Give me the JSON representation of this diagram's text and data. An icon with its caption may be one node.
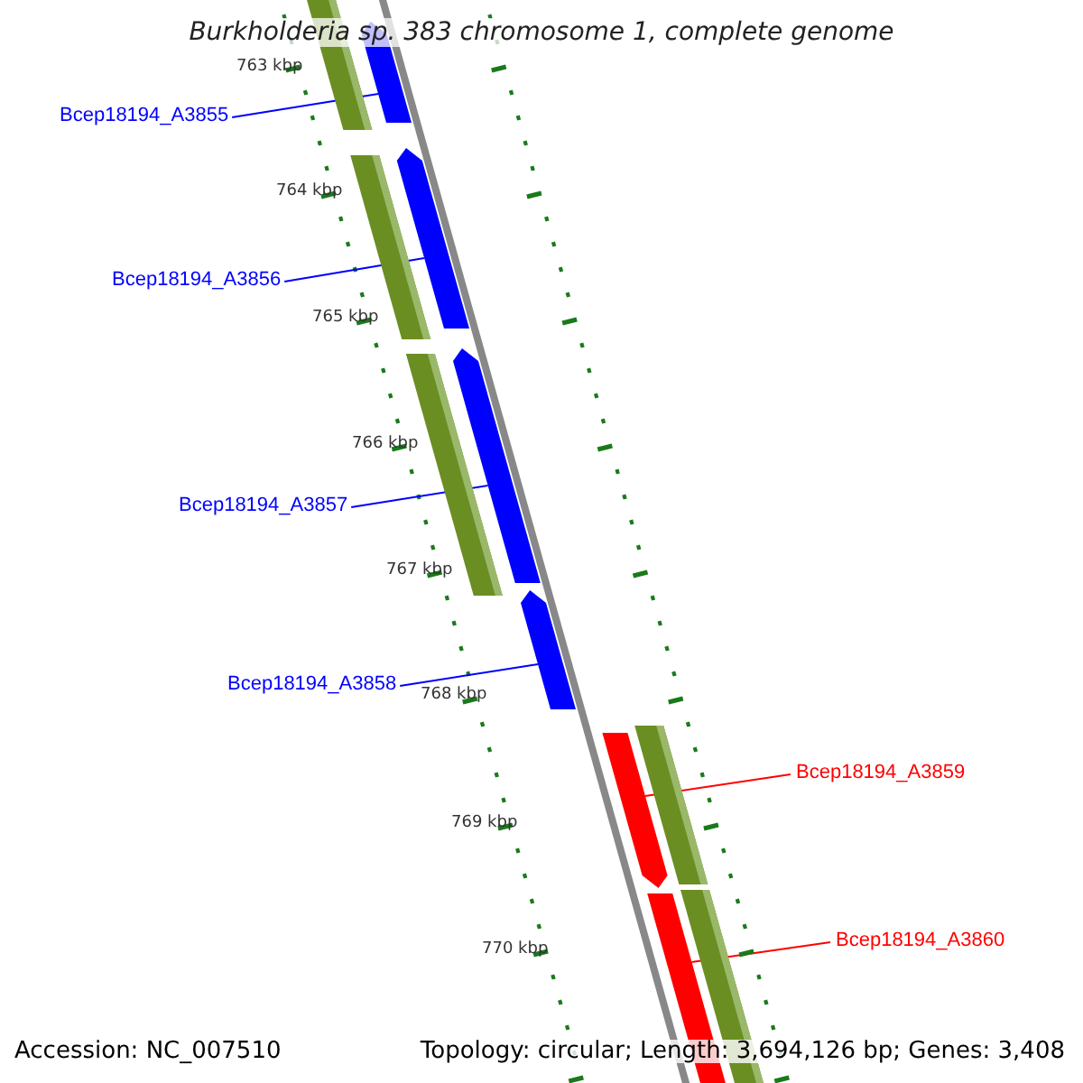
{
  "diagram": {
    "title": "Burkholderia sp. 383 chromosome 1, complete genome",
    "nodes": [
      {
        "text": [
          "Bcep18194_A3855"
        ]
      },
      {
        "text": [
          "Bcep18194_A3856"
        ]
      },
      {
        "text": [
          "Bcep18194_A3857"
        ]
      },
      {
        "text": [
          "Bcep18194_A3858"
        ]
      },
      {
        "text": [
          "Bcep18194_A3859"
        ]
      },
      {
        "text": [
          "Bcep18194_A3860"
        ]
      },
      {
        "text": [],
        "shape": "arrow"
      },
      {
        "text": [],
        "shape": "arrow"
      },
      {
        "text": [],
        "shape": "arrow"
      },
      {
        "text": [],
        "shape": "arrow"
      },
      {
        "text": [],
        "shape": "arrow"
      },
      {
        "text": [],
        "shape": "arrow"
      }
    ],
    "edges": [
      {
        "from": 0,
        "to": 6,
        "arrow": "none"
      },
      {
        "from": 1,
        "to": 7,
        "arrow": "none"
      },
      {
        "from": 2,
        "to": 8,
        "arrow": "none"
      },
      {
        "from": 3,
        "to": 9,
        "arrow": "none"
      },
      {
        "from": 4,
        "to": 10,
        "arrow": "none",
        "color": "#ff0000"
      },
      {
        "from": 5,
        "to": 11,
        "arrow": "none",
        "color": "#ff0000"
      }
    ],
    "labels": [
      "763 kbp",
      "764 kbp",
      "765 kbp",
      "766 kbp",
      "767 kbp",
      "768 kbp",
      "769 kbp",
      "770 kbp",
      "Accession: NC_007510",
      "Topology: circular; Length: 3,694,126 bp; Genes: 3,408"
    ]
  }
}
